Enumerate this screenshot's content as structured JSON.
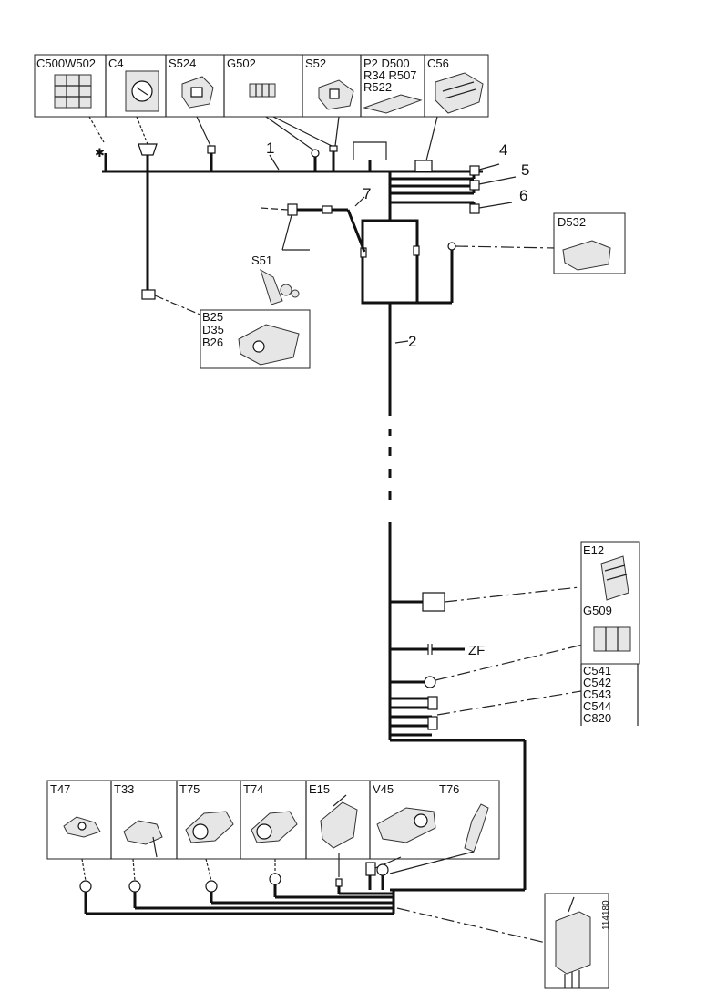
{
  "top_panels": [
    {
      "id": "p1",
      "label": "C500W502"
    },
    {
      "id": "p2",
      "label": "C4"
    },
    {
      "id": "p3",
      "label": "S524"
    },
    {
      "id": "p4",
      "label": "G502"
    },
    {
      "id": "p5",
      "label": "S52"
    },
    {
      "id": "p6",
      "label": "P2 D500 R34 R507 R522"
    },
    {
      "id": "p7",
      "label": "C56"
    }
  ],
  "side_components": {
    "b25": "B25 D35 B26",
    "d532": "D532",
    "e12": "E12",
    "g509": "G509",
    "c541": "C541 C542 C543 C544 C820",
    "s51": "S51",
    "zf": "ZF"
  },
  "bottom_panels": [
    {
      "id": "t47",
      "label": "T47"
    },
    {
      "id": "t33",
      "label": "T33"
    },
    {
      "id": "t75",
      "label": "T75"
    },
    {
      "id": "t74",
      "label": "T74"
    },
    {
      "id": "e15",
      "label": "E15"
    },
    {
      "id": "v45",
      "label": "V45"
    },
    {
      "id": "t76",
      "label": "T76"
    }
  ],
  "callouts": [
    "1",
    "2",
    "4",
    "5",
    "6",
    "7"
  ],
  "figure_number": "114180"
}
